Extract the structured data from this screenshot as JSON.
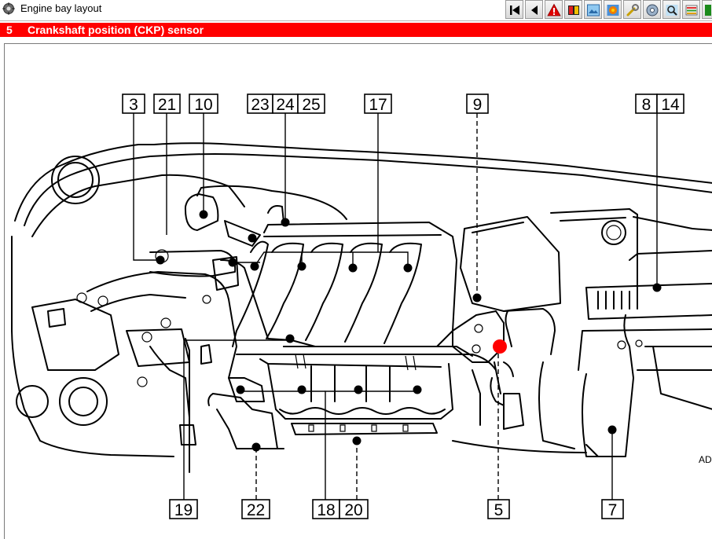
{
  "window": {
    "title": "Engine bay layout"
  },
  "toolbar": {
    "buttons": [
      {
        "icon": "first-page-icon"
      },
      {
        "icon": "previous-icon"
      },
      {
        "icon": "warning-icon"
      },
      {
        "icon": "book-icon"
      },
      {
        "icon": "image-icon"
      },
      {
        "icon": "gear-icon"
      },
      {
        "icon": "wrench-icon"
      },
      {
        "icon": "disc-icon"
      },
      {
        "icon": "magnifier-icon"
      },
      {
        "icon": "list-icon"
      },
      {
        "icon": "exit-icon"
      }
    ]
  },
  "section": {
    "number": "5",
    "title": "Crankshaft position (CKP) sensor",
    "background_color": "#ff0000",
    "text_color": "#ffffff"
  },
  "diagram": {
    "highlight_color": "#ff0000",
    "watermark": "AD",
    "labels": {
      "l3": "3",
      "l21": "21",
      "l10": "10",
      "l23": "23",
      "l24": "24",
      "l25": "25",
      "l17": "17",
      "l9": "9",
      "l8": "8",
      "l14": "14",
      "l19": "19",
      "l22": "22",
      "l18": "18",
      "l20": "20",
      "l5": "5",
      "l7": "7"
    }
  }
}
